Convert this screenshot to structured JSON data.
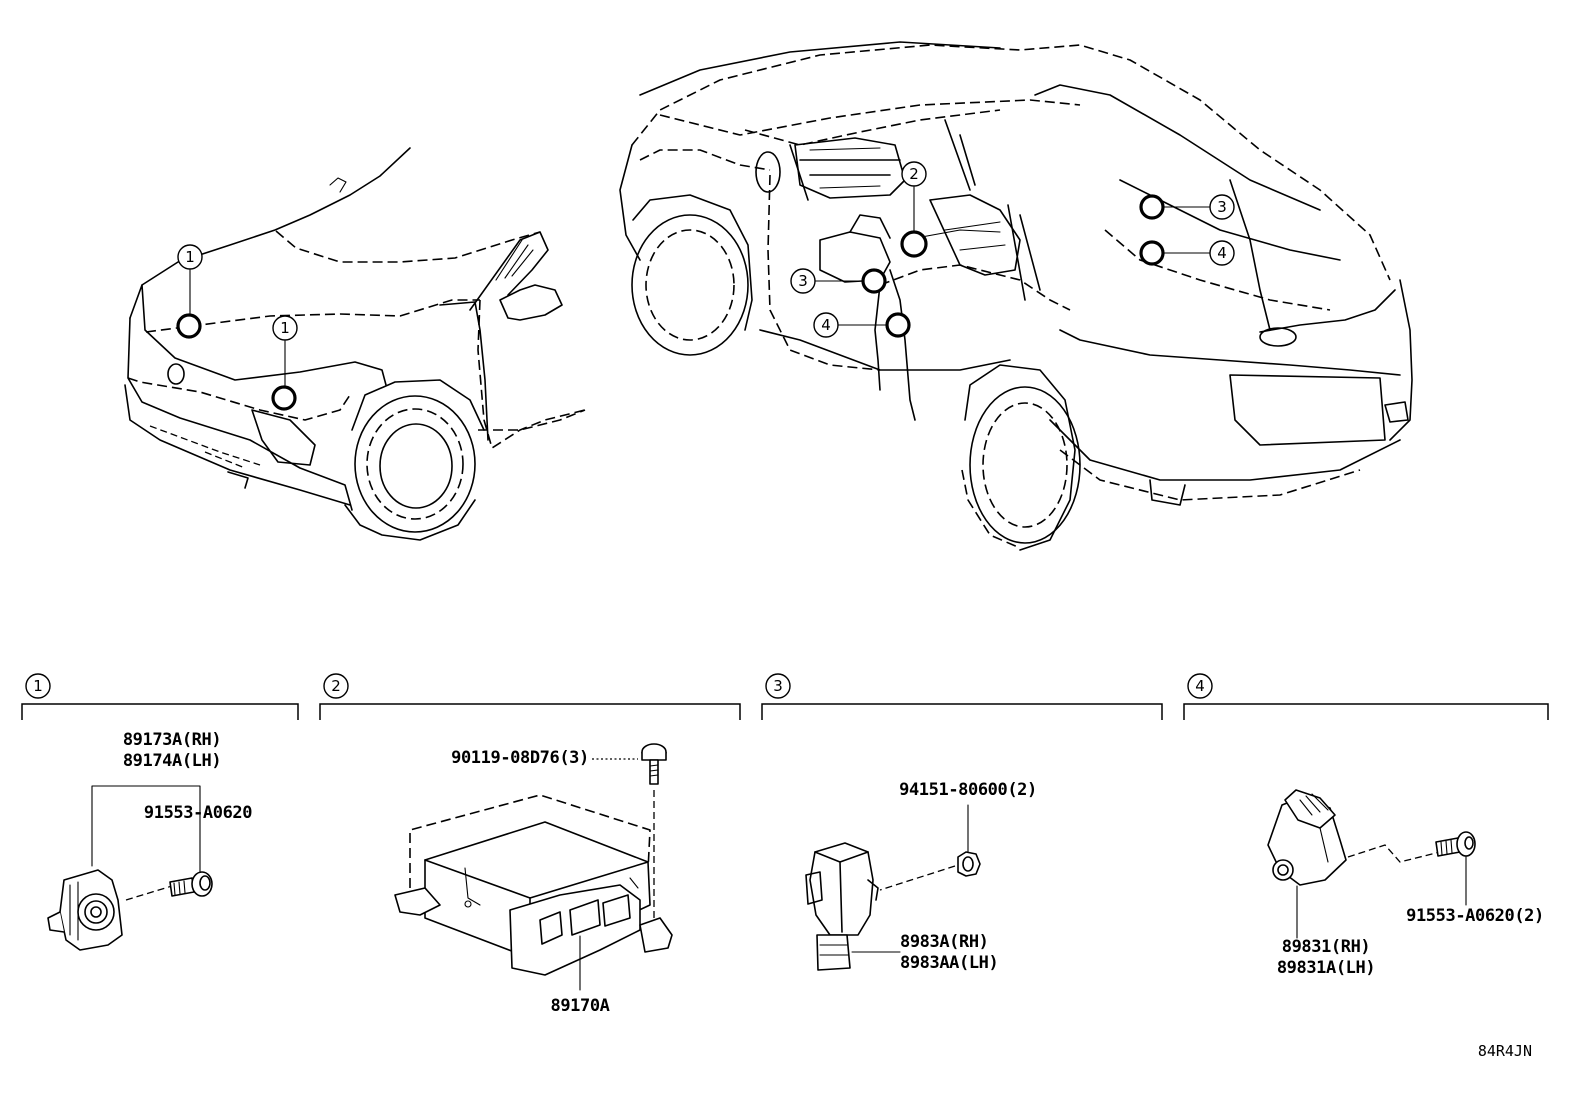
{
  "callouts": {
    "front_1a": "1",
    "front_1b": "1",
    "rear_2": "2",
    "rear_3a": "3",
    "rear_3b": "3",
    "rear_4a": "4",
    "rear_4b": "4"
  },
  "groups": [
    {
      "num": "1"
    },
    {
      "num": "2"
    },
    {
      "num": "3"
    },
    {
      "num": "4"
    }
  ],
  "parts": {
    "g1_sensor_rh": "89173A(RH)",
    "g1_sensor_lh": "89174A(LH)",
    "g1_bolt": "91553-A0620",
    "g2_bolt": "90119-08D76(3)",
    "g2_unit": "89170A",
    "g3_nut": "94151-80600(2)",
    "g3_sensor_rh": "8983A(RH)",
    "g3_sensor_lh": "8983AA(LH)",
    "g4_bolt": "91553-A0620(2)",
    "g4_sensor_rh": "89831(RH)",
    "g4_sensor_lh": "89831A(LH)"
  },
  "figure_ref": "84R4JN"
}
